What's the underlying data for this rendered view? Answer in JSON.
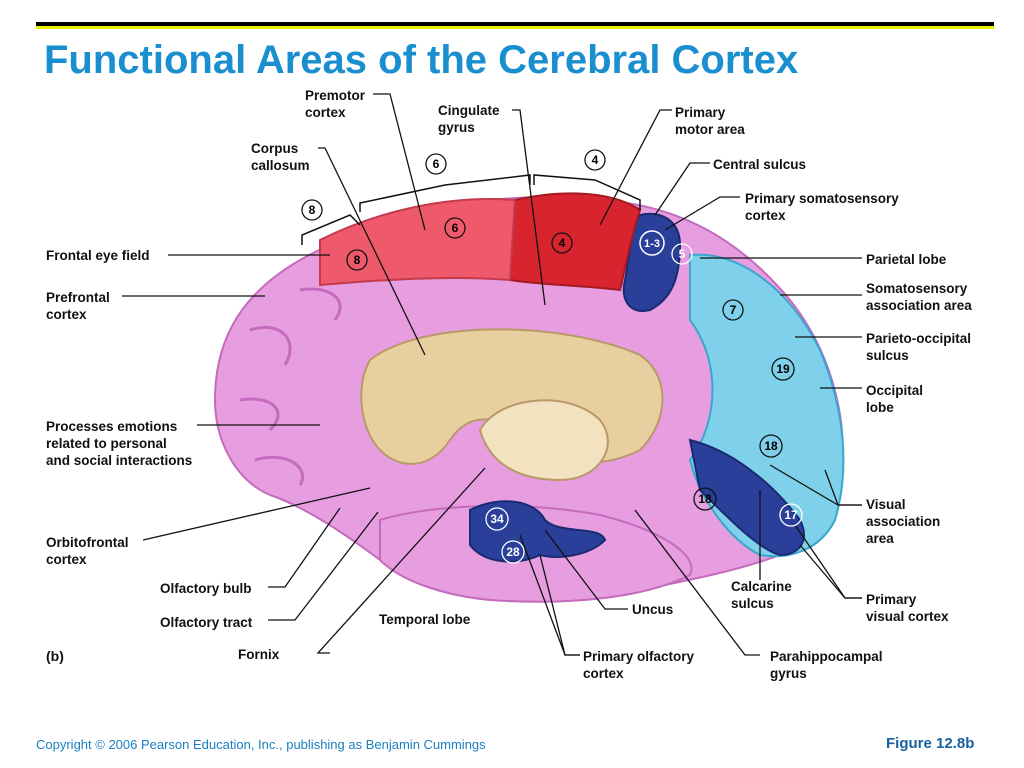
{
  "title": "Functional Areas of the Cerebral Cortex",
  "panel_label": "(b)",
  "labels": {
    "premotor": "Premotor\ncortex",
    "cingulate": "Cingulate\ngyrus",
    "primary_motor": "Primary\nmotor area",
    "corpus": "Corpus\ncallosum",
    "central_sulcus": "Central sulcus",
    "primary_somato": "Primary somatosensory\ncortex",
    "frontal_eye": "Frontal eye field",
    "parietal": "Parietal lobe",
    "prefrontal": "Prefrontal\ncortex",
    "somato_assoc": "Somatosensory\nassociation area",
    "parieto_occ": "Parieto-occipital\nsulcus",
    "occipital": "Occipital\nlobe",
    "processes": "Processes emotions\nrelated to personal\nand social interactions",
    "visual_assoc": "Visual\nassociation\narea",
    "orbitofrontal": "Orbitofrontal\ncortex",
    "olf_bulb": "Olfactory bulb",
    "calcarine": "Calcarine\nsulcus",
    "primary_visual": "Primary\nvisual cortex",
    "olf_tract": "Olfactory tract",
    "temporal": "Temporal lobe",
    "uncus": "Uncus",
    "fornix": "Fornix",
    "primary_olf": "Primary olfactory\ncortex",
    "parahippo": "Parahippocampal\ngyrus"
  },
  "areas": {
    "a8": "8",
    "a6": "6",
    "a4": "4",
    "a13": "1-3",
    "a5": "5",
    "a7": "7",
    "a19": "19",
    "a18": "18",
    "a17": "17",
    "a34": "34",
    "a28": "28"
  },
  "footer": {
    "copyright": "Copyright © 2006 Pearson Education, Inc., publishing as Benjamin Cummings",
    "figure": "Figure 12.8b"
  }
}
